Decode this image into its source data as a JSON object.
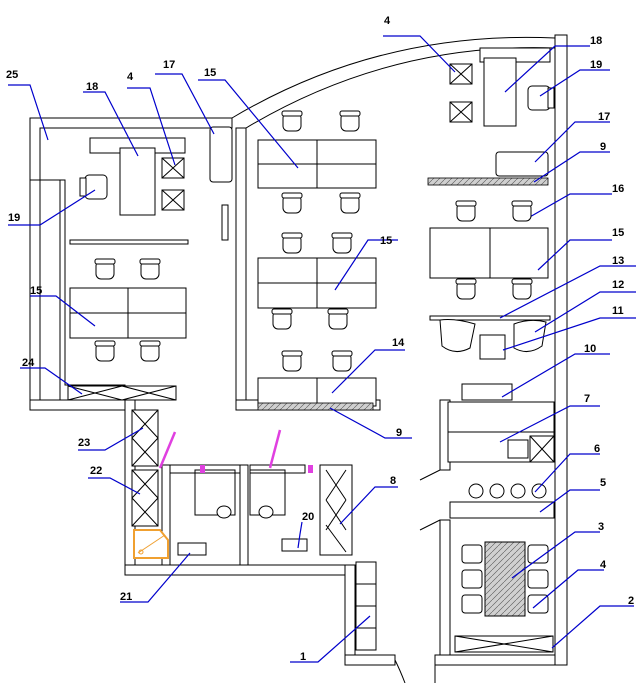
{
  "callouts": {
    "c1": "1",
    "c2": "2",
    "c3": "3",
    "c4a": "4",
    "c4b": "4",
    "c4c": "4",
    "c5": "5",
    "c6": "6",
    "c7": "7",
    "c8": "8",
    "c9a": "9",
    "c9b": "9",
    "c10": "10",
    "c11": "11",
    "c12": "12",
    "c13": "13",
    "c14": "14",
    "c15a": "15",
    "c15b": "15",
    "c15c": "15",
    "c15d": "15",
    "c16": "16",
    "c17a": "17",
    "c17b": "17",
    "c18a": "18",
    "c18b": "18",
    "c19a": "19",
    "c19b": "19",
    "c20": "20",
    "c21": "21",
    "c22": "22",
    "c23": "23",
    "c24": "24",
    "c25": "25"
  },
  "colors": {
    "leader": "#0000cc",
    "door": "#e040e0",
    "corner_cabinet": "#f0a030",
    "wall": "#000000"
  }
}
